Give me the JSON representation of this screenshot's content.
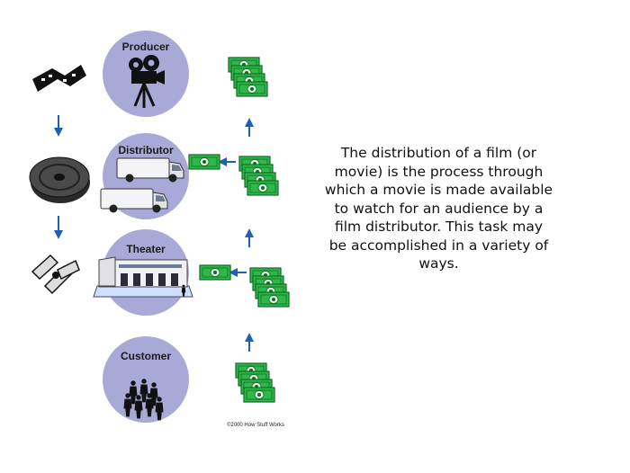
{
  "diagram": {
    "stages": [
      {
        "label": "Producer",
        "icon": "movie-camera-icon"
      },
      {
        "label": "Distributor",
        "icon": "delivery-vans-icon"
      },
      {
        "label": "Theater",
        "icon": "movie-theater-building-icon"
      },
      {
        "label": "Customer",
        "icon": "audience-people-icon"
      }
    ],
    "product_flow_icons": [
      "film-strip-icon",
      "film-reel-icon",
      "film-pieces-icon"
    ],
    "money_flow_icon": "money-stack-icon",
    "colors": {
      "circle": "#a9a9d8",
      "arrow": "#1f5fb4",
      "money": "#2fb84a",
      "money_dark": "#0f6b22"
    },
    "copyright": "©2000 How Stuff Works"
  },
  "description": "The distribution of a film (or movie) is the process through which a movie is made available to watch for an audience by a film distributor. This task may be accomplished in a variety of ways."
}
